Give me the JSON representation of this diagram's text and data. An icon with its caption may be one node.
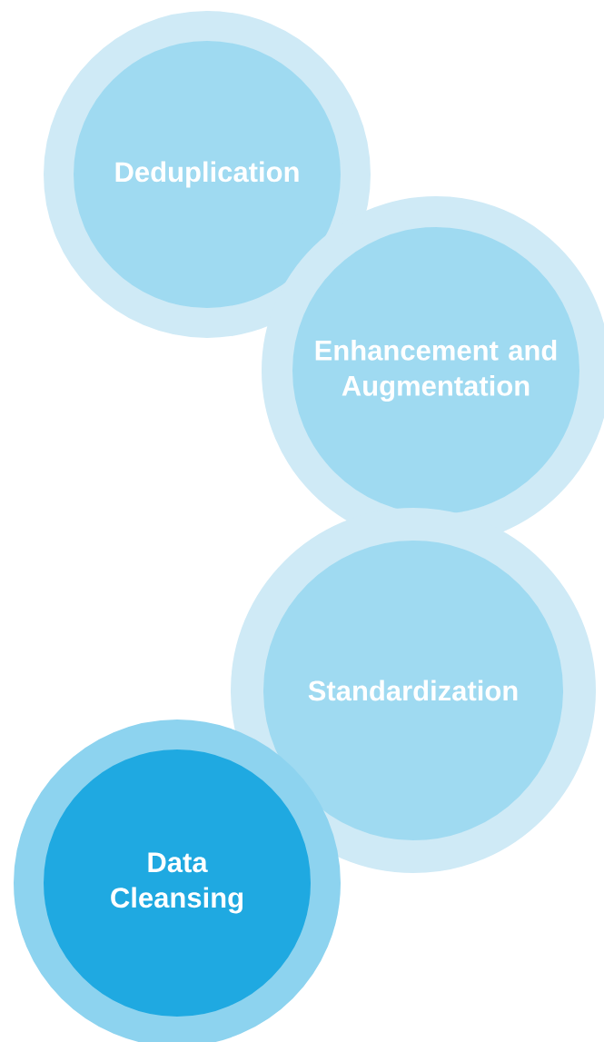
{
  "diagram": {
    "nodes": [
      {
        "text": [
          "Deduplication"
        ]
      },
      {
        "text": [
          "Enhancement and Augmentation"
        ]
      },
      {
        "text": [
          "Standardization"
        ]
      },
      {
        "text": [
          "Data Cleansing"
        ]
      }
    ]
  }
}
